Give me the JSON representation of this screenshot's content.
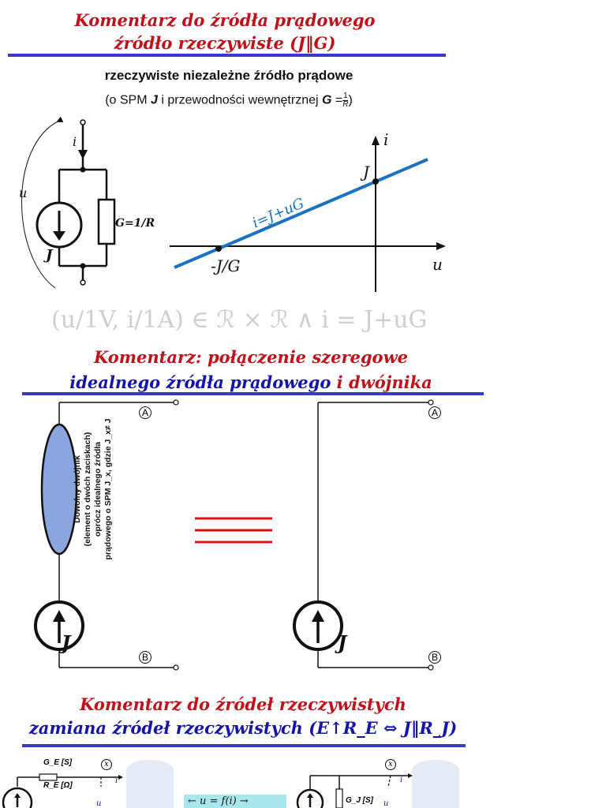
{
  "section1": {
    "title_line1": "Komentarz do źródła prądowego",
    "title_line2": "źródło rzeczywiste (J‖G)",
    "subtitle": "rzeczywiste niezależne źródło prądowe",
    "subtitle2_prefix": "(o SPM ",
    "subtitle2_J": "J",
    "subtitle2_mid": " i przewodności wewnętrznej ",
    "subtitle2_G": "G",
    "subtitle2_eq": "=",
    "subtitle2_frac_num": "1",
    "subtitle2_frac_den": "R",
    "subtitle2_suffix": ")",
    "circuit": {
      "i_label": "i",
      "u_label": "u",
      "J_label": "J",
      "G_label": "G=1/R"
    },
    "graph": {
      "axis_i": "i",
      "axis_u": "u",
      "J_label": "J",
      "neg_label": "-J/G",
      "line_label": "i=J+uG",
      "line_color": "#1a72c0"
    },
    "formula": "(u/1V, i/1A) ∈ ℛ × ℛ  ∧ i = J+uG"
  },
  "section2": {
    "title_line1": "Komentarz: połączenie szeregowe",
    "title_line2_blue": "idealnego źródła prądowego",
    "title_line2_red": " i dwójnika",
    "terminal_A": "A",
    "terminal_B": "B",
    "element_text": [
      "Dowolny dwójnik",
      "(element o dwóch zaciskach)",
      "oprócz idealnego źródła",
      "prądowego o SPM J_x, gdzie J_x≠ J"
    ],
    "J_label": "J"
  },
  "section3": {
    "title_line1": "Komentarz do źródeł rzeczywistych",
    "title_line2": "zamiana źródeł rzeczywistych (E↑R_E ⇔ J‖R_J)",
    "left_labels": {
      "GE": "G_E [S]",
      "RE": "R_E [Ω]",
      "x": "x",
      "i": "i",
      "u": "u"
    },
    "center_box": "←  u = f(i)  →",
    "right_labels": {
      "GJ": "G_J [S]",
      "x": "x",
      "i": "i",
      "u": "u"
    }
  }
}
